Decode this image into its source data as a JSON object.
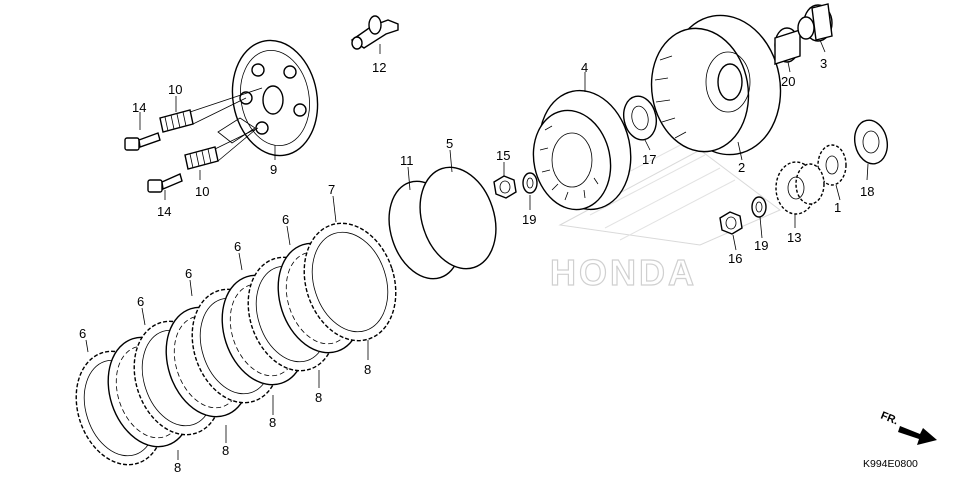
{
  "diagram": {
    "code": "K994E0800",
    "direction_label": "FR.",
    "watermark": "HONDA",
    "callouts": [
      {
        "id": "c1",
        "text": "1"
      },
      {
        "id": "c2",
        "text": "2"
      },
      {
        "id": "c3",
        "text": "3"
      },
      {
        "id": "c4",
        "text": "4"
      },
      {
        "id": "c5",
        "text": "5"
      },
      {
        "id": "c6a",
        "text": "6"
      },
      {
        "id": "c6b",
        "text": "6"
      },
      {
        "id": "c6c",
        "text": "6"
      },
      {
        "id": "c6d",
        "text": "6"
      },
      {
        "id": "c6e",
        "text": "6"
      },
      {
        "id": "c7",
        "text": "7"
      },
      {
        "id": "c8a",
        "text": "8"
      },
      {
        "id": "c8b",
        "text": "8"
      },
      {
        "id": "c8c",
        "text": "8"
      },
      {
        "id": "c8d",
        "text": "8"
      },
      {
        "id": "c8e",
        "text": "8"
      },
      {
        "id": "c9",
        "text": "9"
      },
      {
        "id": "c10a",
        "text": "10"
      },
      {
        "id": "c10b",
        "text": "10"
      },
      {
        "id": "c11",
        "text": "11"
      },
      {
        "id": "c12",
        "text": "12"
      },
      {
        "id": "c13",
        "text": "13"
      },
      {
        "id": "c14a",
        "text": "14"
      },
      {
        "id": "c14b",
        "text": "14"
      },
      {
        "id": "c15",
        "text": "15"
      },
      {
        "id": "c16",
        "text": "16"
      },
      {
        "id": "c17",
        "text": "17"
      },
      {
        "id": "c18",
        "text": "18"
      },
      {
        "id": "c19a",
        "text": "19"
      },
      {
        "id": "c19b",
        "text": "19"
      },
      {
        "id": "c20",
        "text": "20"
      }
    ]
  }
}
